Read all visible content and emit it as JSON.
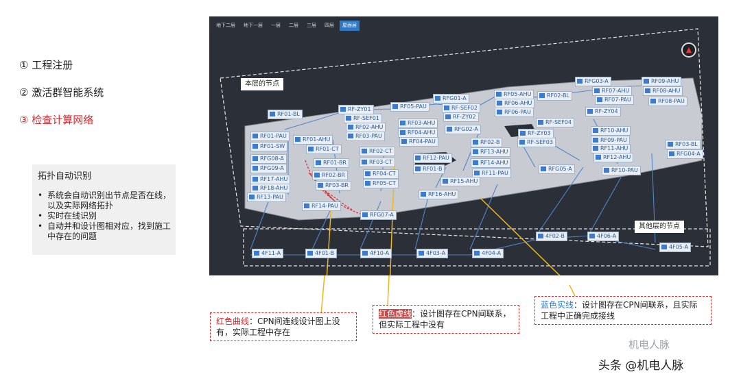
{
  "steps": [
    {
      "label": "① 工程注册",
      "active": false
    },
    {
      "label": "② 激活群智能系统",
      "active": false
    },
    {
      "label": "③ 检查计算网络",
      "active": true
    }
  ],
  "topology": {
    "title": "拓扑自动识别",
    "items": [
      "系统会自动识别出节点是否在线，以及实际网络拓扑",
      "实时在线识别",
      "自动并和设计图相对应，找到施工中存在的问题"
    ]
  },
  "tabs": [
    "地下二层",
    "地下一层",
    "一层",
    "二层",
    "三层",
    "四层",
    "屋面层"
  ],
  "active_tab": "屋面层",
  "captions": {
    "this_floor": "本层的节点",
    "other_floor": "其他层的节点"
  },
  "nodes": [
    "RFG03-A",
    "RF09-AHU",
    "RF07-AHU",
    "RF08-AHU",
    "RF07-PAU",
    "RF08-PAU",
    "RF05-AHU",
    "RF02-BL",
    "RF06-AHU",
    "RF06-PAU",
    "RFG01-A",
    "RF05-PAU",
    "RF-SEF02",
    "RF-ZY04",
    "RF-ZY01",
    "RF-SEF01",
    "RF-ZY02",
    "RF01-BL",
    "RF02-AHU",
    "RF03-AHU",
    "RF-SEF04",
    "RF03-PAU",
    "RF04-AHU",
    "RFG02-A",
    "RF10-AHU",
    "RF-ZY03",
    "RF01-PAU",
    "RF01-AHU",
    "RF04-PAU",
    "RF02-B",
    "RF-SEF03",
    "RF09-PAU",
    "RF03-BL",
    "RF01-SW",
    "RF01-CT",
    "RF02-CT",
    "RF13-AHU",
    "RF11-AHU",
    "RFG04-A",
    "RFG08-A",
    "RF12-AHU",
    "RF01-BR",
    "RF03-CT",
    "RF12-PAU",
    "RF14-AHU",
    "RFG09-A",
    "RF01-B",
    "RF17-AHU",
    "RF02-BR",
    "RF04-CT",
    "RF11-PAU",
    "RF18-AHU",
    "RF03-BR",
    "RF05-CT",
    "RF15-AHU",
    "RFG05-A",
    "RF10-PAU",
    "RF13-PAU",
    "RF16-AHU",
    "RF14-PAU",
    "RFG07-A",
    "4F11-A",
    "4F01-B",
    "4F10-A",
    "4F03-A",
    "4F04-A",
    "4F02-B",
    "4F06-A",
    "4F05-A"
  ],
  "notes": {
    "red_curve_key": "红色曲线",
    "red_curve_text": "：CPN间连线设计图上没有，实际工程中存在",
    "red_dash_key": "红色虚线",
    "red_dash_text": "：设计图存在CPN间联系，但实际工程中没有",
    "blue_key": "蓝色实线",
    "blue_text": "：设计图存在CPN间联系，且实际工程中正确完成接线"
  },
  "watermark": "机电人脉",
  "footer": "头条 @机电人脉",
  "colors": {
    "accent_red": "#d9262b",
    "accent_blue": "#2f78c4",
    "canvas_bg": "#2a2f38",
    "callout_yellow": "#f0b51a"
  }
}
